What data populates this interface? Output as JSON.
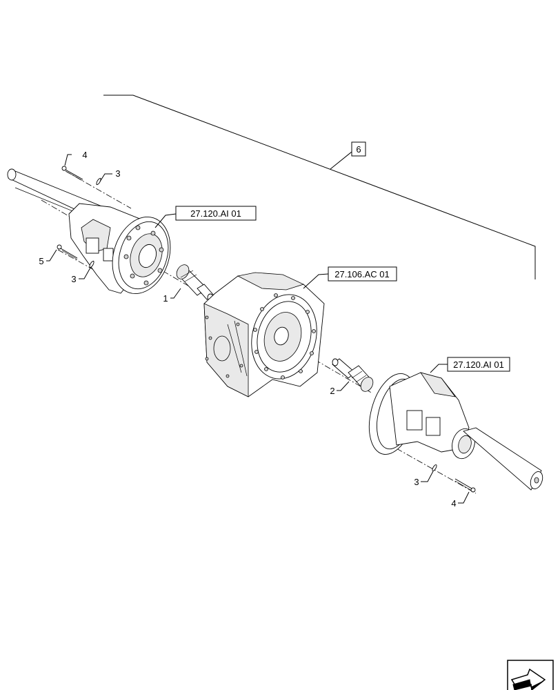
{
  "callouts": {
    "ref_left_hub": "27.120.AI 01",
    "ref_center_housing": "27.106.AC 01",
    "ref_right_hub": "27.120.AI 01",
    "assembly_item": "6"
  },
  "items": {
    "shaft_1": "1",
    "shaft_2": "2",
    "pin_3_upper_left": "3",
    "pin_3_lower_left": "3",
    "pin_3_right": "3",
    "bolt_4_left": "4",
    "bolt_4_right": "4",
    "bolt_5": "5"
  },
  "icons": {
    "navigation": "next-page-arrow-icon"
  }
}
